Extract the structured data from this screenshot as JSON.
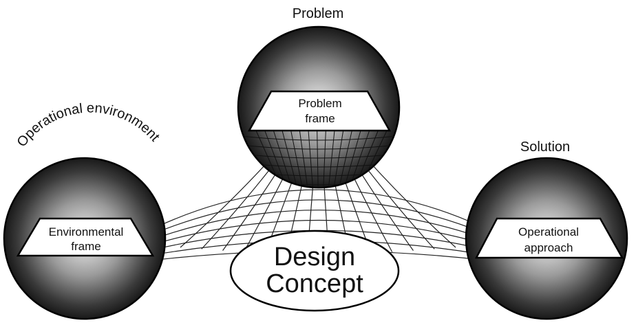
{
  "diagram": {
    "problem": {
      "label": "Problem",
      "frame_line1": "Problem",
      "frame_line2": "frame"
    },
    "environment": {
      "label": "Operational environment",
      "frame_line1": "Environmental",
      "frame_line2": "frame"
    },
    "solution": {
      "label": "Solution",
      "frame_line1": "Operational",
      "frame_line2": "approach"
    },
    "concept": {
      "line1": "Design",
      "line2": "Concept"
    }
  }
}
